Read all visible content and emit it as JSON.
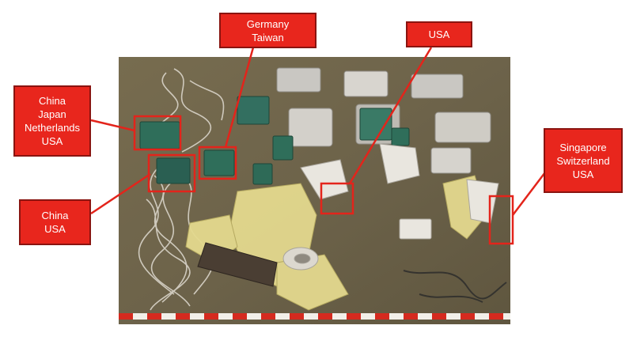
{
  "callouts": [
    {
      "id": "germany-taiwan",
      "lines": [
        "Germany",
        "Taiwan"
      ]
    },
    {
      "id": "usa-top",
      "lines": [
        "USA"
      ]
    },
    {
      "id": "china-japan-netherlands-usa",
      "lines": [
        "China",
        "Japan",
        "Netherlands",
        "USA"
      ]
    },
    {
      "id": "china-usa",
      "lines": [
        "China",
        "USA"
      ]
    },
    {
      "id": "singapore-switzerland-usa",
      "lines": [
        "Singapore",
        "Switzerland",
        "USA"
      ]
    }
  ],
  "colors": {
    "label_fill": "#e8261d",
    "highlight_stroke": "#e3241b",
    "tarp": "#6f6548"
  }
}
